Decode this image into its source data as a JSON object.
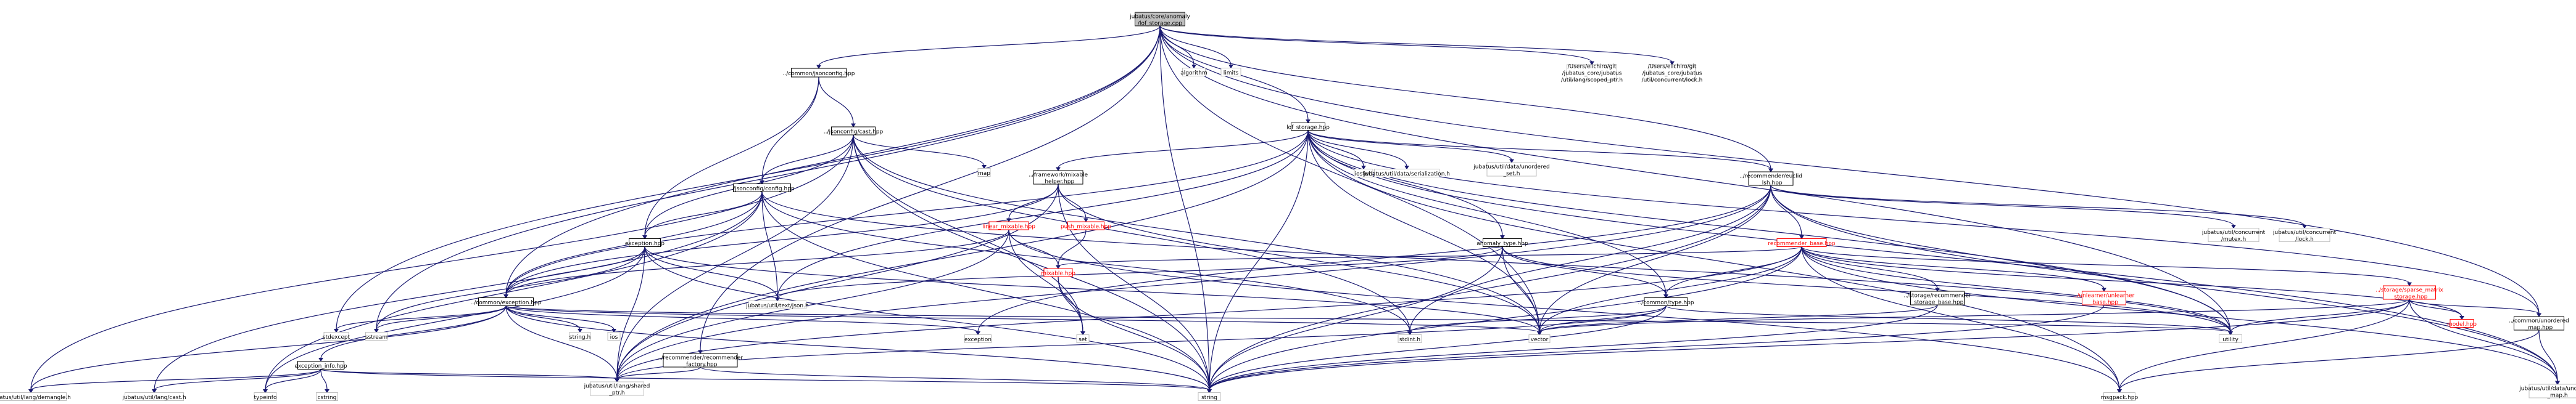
{
  "colors": {
    "edge": "#191970",
    "root_fill": "#bfbfbf",
    "root_border": "#000000",
    "file_fill": "#ffffff",
    "file_border": "#000000",
    "system_fill": "#ffffff",
    "system_border": "#bfbfbf",
    "missing_border": "#ff0000",
    "missing_text": "#ff0000"
  },
  "nodes": [
    {
      "id": "root",
      "kind": "root",
      "lines": [
        "jubatus/core/anomaly",
        "/lof_storage.cpp"
      ]
    },
    {
      "id": "jsonconfig_hpp",
      "kind": "file",
      "lines": [
        "../common/jsonconfig.hpp"
      ]
    },
    {
      "id": "algorithm",
      "kind": "system",
      "lines": [
        "algorithm"
      ]
    },
    {
      "id": "limits",
      "kind": "system",
      "lines": [
        "limits"
      ]
    },
    {
      "id": "lof_storage_hpp",
      "kind": "file",
      "lines": [
        "lof_storage.hpp"
      ]
    },
    {
      "id": "scoped_ptr",
      "kind": "system",
      "lines": [
        "/Users/eiichiro/git",
        "/jubatus_core/jubatus",
        "/util/lang/scoped_ptr.h"
      ]
    },
    {
      "id": "concurrent_lock_abs",
      "kind": "system",
      "lines": [
        "/Users/eiichiro/git",
        "/jubatus_core/jubatus",
        "/util/concurrent/lock.h"
      ]
    },
    {
      "id": "jsonconfig_cast",
      "kind": "file",
      "lines": [
        "../jsonconfig/cast.hpp"
      ]
    },
    {
      "id": "map",
      "kind": "system",
      "lines": [
        "map"
      ]
    },
    {
      "id": "iosfwd",
      "kind": "system",
      "lines": [
        "iosfwd"
      ]
    },
    {
      "id": "serialization",
      "kind": "system",
      "lines": [
        "jubatus/util/data/serialization.h"
      ]
    },
    {
      "id": "unordered_set",
      "kind": "system",
      "lines": [
        "jubatus/util/data/unordered",
        "_set.h"
      ]
    },
    {
      "id": "mixable_helper",
      "kind": "file",
      "lines": [
        "../framework/mixable",
        "_helper.hpp"
      ]
    },
    {
      "id": "euclid_lsh",
      "kind": "file",
      "lines": [
        "../recommender/euclid",
        "_lsh.hpp"
      ]
    },
    {
      "id": "jsonconfig_config",
      "kind": "file",
      "lines": [
        "../jsonconfig/config.hpp"
      ]
    },
    {
      "id": "linear_mixable",
      "kind": "missing",
      "lines": [
        "linear_mixable.hpp"
      ]
    },
    {
      "id": "push_mixable",
      "kind": "missing",
      "lines": [
        "push_mixable.hpp"
      ]
    },
    {
      "id": "recommender_base",
      "kind": "missing",
      "lines": [
        "recommender_base.hpp"
      ]
    },
    {
      "id": "concurrent_mutex",
      "kind": "system",
      "lines": [
        "jubatus/util/concurrent",
        "/mutex.h"
      ]
    },
    {
      "id": "concurrent_lock",
      "kind": "system",
      "lines": [
        "jubatus/util/concurrent",
        "/lock.h"
      ]
    },
    {
      "id": "exception_hpp",
      "kind": "file",
      "lines": [
        "exception.hpp"
      ]
    },
    {
      "id": "anomaly_type",
      "kind": "file",
      "lines": [
        "anomaly_type.hpp"
      ]
    },
    {
      "id": "mixable_hpp",
      "kind": "missing",
      "lines": [
        "mixable.hpp"
      ]
    },
    {
      "id": "common_exception",
      "kind": "file",
      "lines": [
        "../common/exception.hpp"
      ]
    },
    {
      "id": "text_json",
      "kind": "system",
      "lines": [
        "jubatus/util/text/json.h"
      ]
    },
    {
      "id": "common_type",
      "kind": "file",
      "lines": [
        "../common/type.hpp"
      ]
    },
    {
      "id": "recommender_storage_base",
      "kind": "file",
      "lines": [
        "../storage/recommender",
        "_storage_base.hpp"
      ]
    },
    {
      "id": "unlearner_base",
      "kind": "missing",
      "lines": [
        "../unlearner/unlearner",
        "_base.hpp"
      ]
    },
    {
      "id": "sparse_matrix_storage",
      "kind": "missing",
      "lines": [
        "../storage/sparse_matrix",
        "_storage.hpp"
      ]
    },
    {
      "id": "model_hpp",
      "kind": "missing",
      "lines": [
        "model.hpp"
      ]
    },
    {
      "id": "common_unordered_map",
      "kind": "file",
      "lines": [
        "../common/unordered",
        "_map.hpp"
      ]
    },
    {
      "id": "stdexcept",
      "kind": "system",
      "lines": [
        "stdexcept"
      ]
    },
    {
      "id": "sstream",
      "kind": "system",
      "lines": [
        "sstream"
      ]
    },
    {
      "id": "string_h",
      "kind": "system",
      "lines": [
        "string.h"
      ]
    },
    {
      "id": "ios",
      "kind": "system",
      "lines": [
        "ios"
      ]
    },
    {
      "id": "recommender_factory",
      "kind": "file",
      "lines": [
        "../recommender/recommender",
        "_factory.hpp"
      ]
    },
    {
      "id": "exception",
      "kind": "system",
      "lines": [
        "exception"
      ]
    },
    {
      "id": "set",
      "kind": "system",
      "lines": [
        "set"
      ]
    },
    {
      "id": "stdint",
      "kind": "system",
      "lines": [
        "stdint.h"
      ]
    },
    {
      "id": "vector",
      "kind": "system",
      "lines": [
        "vector"
      ]
    },
    {
      "id": "utility",
      "kind": "system",
      "lines": [
        "utility"
      ]
    },
    {
      "id": "exception_info",
      "kind": "file",
      "lines": [
        "exception_info.hpp"
      ]
    },
    {
      "id": "demangle",
      "kind": "system",
      "lines": [
        "jubatus/util/lang/demangle.h"
      ]
    },
    {
      "id": "lang_cast",
      "kind": "system",
      "lines": [
        "jubatus/util/lang/cast.h"
      ]
    },
    {
      "id": "typeinfo",
      "kind": "system",
      "lines": [
        "typeinfo"
      ]
    },
    {
      "id": "cstring",
      "kind": "system",
      "lines": [
        "cstring"
      ]
    },
    {
      "id": "shared_ptr",
      "kind": "system",
      "lines": [
        "jubatus/util/lang/shared",
        "_ptr.h"
      ]
    },
    {
      "id": "string",
      "kind": "system",
      "lines": [
        "string"
      ]
    },
    {
      "id": "msgpack",
      "kind": "system",
      "lines": [
        "msgpack.hpp"
      ]
    },
    {
      "id": "data_unordered_map",
      "kind": "system",
      "lines": [
        "jubatus/util/data/unordered",
        "_map.h"
      ]
    }
  ],
  "edges": [
    [
      "root",
      "jsonconfig_hpp"
    ],
    [
      "root",
      "algorithm"
    ],
    [
      "root",
      "limits"
    ],
    [
      "root",
      "lof_storage_hpp"
    ],
    [
      "root",
      "scoped_ptr"
    ],
    [
      "root",
      "concurrent_lock_abs"
    ],
    [
      "root",
      "euclid_lsh"
    ],
    [
      "root",
      "common_unordered_map"
    ],
    [
      "root",
      "stdexcept"
    ],
    [
      "root",
      "sstream"
    ],
    [
      "root",
      "common_exception"
    ],
    [
      "root",
      "recommender_factory"
    ],
    [
      "root",
      "string"
    ],
    [
      "root",
      "vector"
    ],
    [
      "root",
      "utility"
    ],
    [
      "jsonconfig_hpp",
      "jsonconfig_cast"
    ],
    [
      "jsonconfig_hpp",
      "jsonconfig_config"
    ],
    [
      "jsonconfig_hpp",
      "exception_hpp"
    ],
    [
      "jsonconfig_cast",
      "map"
    ],
    [
      "jsonconfig_cast",
      "jsonconfig_config"
    ],
    [
      "jsonconfig_cast",
      "exception_hpp"
    ],
    [
      "jsonconfig_cast",
      "demangle"
    ],
    [
      "jsonconfig_cast",
      "shared_ptr"
    ],
    [
      "jsonconfig_cast",
      "string"
    ],
    [
      "jsonconfig_cast",
      "set"
    ],
    [
      "jsonconfig_cast",
      "stdint"
    ],
    [
      "jsonconfig_cast",
      "vector"
    ],
    [
      "jsonconfig_config",
      "exception_hpp"
    ],
    [
      "jsonconfig_config",
      "text_json"
    ],
    [
      "jsonconfig_config",
      "common_exception"
    ],
    [
      "jsonconfig_config",
      "typeinfo"
    ],
    [
      "jsonconfig_config",
      "stdint"
    ],
    [
      "jsonconfig_config",
      "string"
    ],
    [
      "jsonconfig_config",
      "utility"
    ],
    [
      "jsonconfig_config",
      "lang_cast"
    ],
    [
      "exception_hpp",
      "common_exception"
    ],
    [
      "exception_hpp",
      "text_json"
    ],
    [
      "exception_hpp",
      "typeinfo"
    ],
    [
      "exception_hpp",
      "string"
    ],
    [
      "exception_hpp",
      "shared_ptr"
    ],
    [
      "exception_hpp",
      "vector"
    ],
    [
      "exception_hpp",
      "sstream"
    ],
    [
      "common_exception",
      "stdexcept"
    ],
    [
      "common_exception",
      "sstream"
    ],
    [
      "common_exception",
      "string_h"
    ],
    [
      "common_exception",
      "ios"
    ],
    [
      "common_exception",
      "exception"
    ],
    [
      "common_exception",
      "exception_info"
    ],
    [
      "common_exception",
      "shared_ptr"
    ],
    [
      "common_exception",
      "string"
    ],
    [
      "common_exception",
      "demangle"
    ],
    [
      "common_exception",
      "vector"
    ],
    [
      "common_exception",
      "utility"
    ],
    [
      "exception_info",
      "demangle"
    ],
    [
      "exception_info",
      "lang_cast"
    ],
    [
      "exception_info",
      "typeinfo"
    ],
    [
      "exception_info",
      "cstring"
    ],
    [
      "exception_info",
      "shared_ptr"
    ],
    [
      "exception_info",
      "string"
    ],
    [
      "lof_storage_hpp",
      "iosfwd"
    ],
    [
      "lof_storage_hpp",
      "serialization"
    ],
    [
      "lof_storage_hpp",
      "unordered_set"
    ],
    [
      "lof_storage_hpp",
      "mixable_helper"
    ],
    [
      "lof_storage_hpp",
      "euclid_lsh"
    ],
    [
      "lof_storage_hpp",
      "anomaly_type"
    ],
    [
      "lof_storage_hpp",
      "common_type"
    ],
    [
      "lof_storage_hpp",
      "text_json"
    ],
    [
      "lof_storage_hpp",
      "shared_ptr"
    ],
    [
      "lof_storage_hpp",
      "common_unordered_map"
    ],
    [
      "lof_storage_hpp",
      "string"
    ],
    [
      "lof_storage_hpp",
      "vector"
    ],
    [
      "lof_storage_hpp",
      "utility"
    ],
    [
      "lof_storage_hpp",
      "msgpack"
    ],
    [
      "lof_storage_hpp",
      "data_unordered_map"
    ],
    [
      "lof_storage_hpp",
      "common_exception"
    ],
    [
      "mixable_helper",
      "linear_mixable"
    ],
    [
      "mixable_helper",
      "push_mixable"
    ],
    [
      "mixable_helper",
      "common_exception"
    ],
    [
      "mixable_helper",
      "vector"
    ],
    [
      "mixable_helper",
      "string"
    ],
    [
      "mixable_helper",
      "shared_ptr"
    ],
    [
      "linear_mixable",
      "mixable_hpp"
    ],
    [
      "linear_mixable",
      "common_exception"
    ],
    [
      "linear_mixable",
      "shared_ptr"
    ],
    [
      "linear_mixable",
      "msgpack"
    ],
    [
      "linear_mixable",
      "set"
    ],
    [
      "push_mixable",
      "mixable_hpp"
    ],
    [
      "mixable_hpp",
      "set"
    ],
    [
      "mixable_hpp",
      "string"
    ],
    [
      "euclid_lsh",
      "concurrent_mutex"
    ],
    [
      "euclid_lsh",
      "concurrent_lock"
    ],
    [
      "euclid_lsh",
      "recommender_base"
    ],
    [
      "euclid_lsh",
      "exception"
    ],
    [
      "euclid_lsh",
      "stdint"
    ],
    [
      "euclid_lsh",
      "string"
    ],
    [
      "euclid_lsh",
      "vector"
    ],
    [
      "euclid_lsh",
      "utility"
    ],
    [
      "euclid_lsh",
      "data_unordered_map"
    ],
    [
      "euclid_lsh",
      "shared_ptr"
    ],
    [
      "recommender_base",
      "mixable_hpp"
    ],
    [
      "recommender_base",
      "common_type"
    ],
    [
      "recommender_base",
      "recommender_storage_base"
    ],
    [
      "recommender_base",
      "unlearner_base"
    ],
    [
      "recommender_base",
      "sparse_matrix_storage"
    ],
    [
      "recommender_base",
      "model_hpp"
    ],
    [
      "recommender_base",
      "string"
    ],
    [
      "recommender_base",
      "vector"
    ],
    [
      "recommender_base",
      "utility"
    ],
    [
      "recommender_base",
      "msgpack"
    ],
    [
      "recommender_base",
      "shared_ptr"
    ],
    [
      "recommender_base",
      "data_unordered_map"
    ],
    [
      "anomaly_type",
      "text_json"
    ],
    [
      "anomaly_type",
      "common_type"
    ],
    [
      "anomaly_type",
      "string"
    ],
    [
      "anomaly_type",
      "vector"
    ],
    [
      "anomaly_type",
      "utility"
    ],
    [
      "common_type",
      "stdint"
    ],
    [
      "common_type",
      "string"
    ],
    [
      "common_type",
      "vector"
    ],
    [
      "common_type",
      "utility"
    ],
    [
      "common_type",
      "shared_ptr"
    ],
    [
      "recommender_storage_base",
      "string"
    ],
    [
      "recommender_storage_base",
      "vector"
    ],
    [
      "unlearner_base",
      "string"
    ],
    [
      "sparse_matrix_storage",
      "common_unordered_map"
    ],
    [
      "sparse_matrix_storage",
      "model_hpp"
    ],
    [
      "sparse_matrix_storage",
      "msgpack"
    ],
    [
      "sparse_matrix_storage",
      "string"
    ],
    [
      "sparse_matrix_storage",
      "vector"
    ],
    [
      "sparse_matrix_storage",
      "utility"
    ],
    [
      "sparse_matrix_storage",
      "data_unordered_map"
    ],
    [
      "common_unordered_map",
      "msgpack"
    ],
    [
      "common_unordered_map",
      "data_unordered_map"
    ],
    [
      "recommender_factory",
      "string"
    ],
    [
      "recommender_factory",
      "shared_ptr"
    ]
  ]
}
